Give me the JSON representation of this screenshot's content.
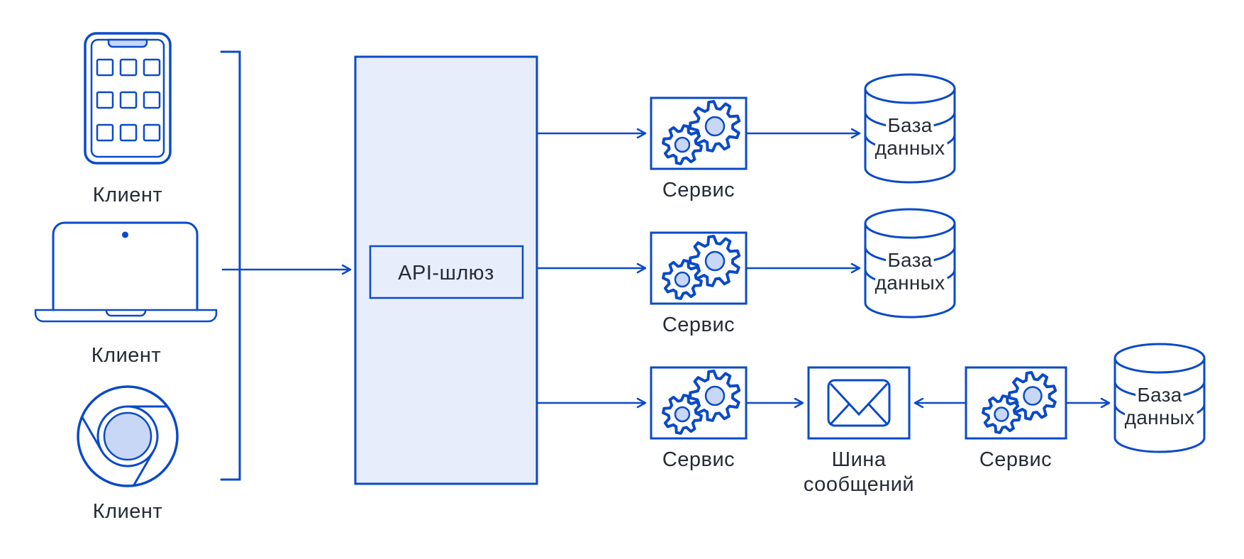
{
  "clients": [
    {
      "label": "Клиент"
    },
    {
      "label": "Клиент"
    },
    {
      "label": "Клиент"
    }
  ],
  "gateway": {
    "label": "API-шлюз"
  },
  "services": [
    {
      "label": "Сервис"
    },
    {
      "label": "Сервис"
    },
    {
      "label": "Сервис"
    },
    {
      "label": "Сервис"
    }
  ],
  "databases": [
    {
      "line1": "База",
      "line2": "данных"
    },
    {
      "line1": "База",
      "line2": "данных"
    },
    {
      "line1": "База",
      "line2": "данных"
    }
  ],
  "bus": {
    "line1": "Шина",
    "line2": "сообщений"
  },
  "colors": {
    "line": "#0A4AC8",
    "panel_fill": "#E8EDFB",
    "accent_fill": "#C7D7F5",
    "text": "#262B35"
  }
}
